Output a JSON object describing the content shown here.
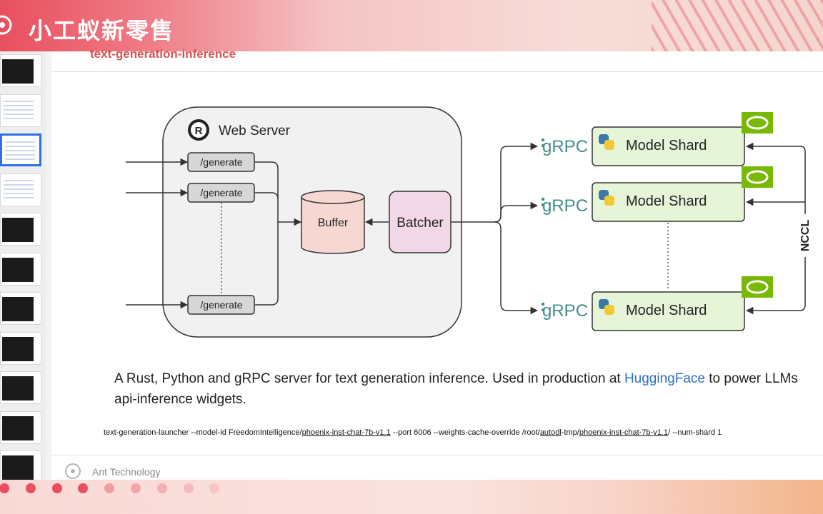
{
  "brand": {
    "title": "小工蚁新零售"
  },
  "thumbnails": {
    "active_index": 2,
    "items": [
      {
        "style": "dark"
      },
      {
        "style": "light"
      },
      {
        "style": "light"
      },
      {
        "style": "light"
      },
      {
        "style": "dark"
      },
      {
        "style": "dark"
      },
      {
        "style": "dark"
      },
      {
        "style": "dark"
      },
      {
        "style": "dark"
      },
      {
        "style": "dark"
      },
      {
        "style": "dark"
      }
    ]
  },
  "slide": {
    "title": "text-generation-inference",
    "diagram": {
      "web_server_label": "Web Server",
      "endpoints": [
        "/generate",
        "/generate",
        "/generate"
      ],
      "buffer_label": "Buffer",
      "batcher_label": "Batcher",
      "grpc_labels": [
        "gRPC",
        "gRPC",
        "gRPC"
      ],
      "shard_labels": [
        "Model Shard",
        "Model Shard",
        "Model Shard"
      ],
      "nccl_label": "NCCL"
    },
    "description": {
      "before_link": "A Rust, Python and gRPC server for text generation inference. Used in production at ",
      "link_text": "HuggingFace",
      "after_link": " to power LLMs api-inference widgets."
    },
    "command": {
      "part1": "text-generation-launcher --model-id FreedomIntelligence/",
      "part2": "phoenix-inst-chat-7b-v1.1",
      "part3": " --port 6006 --weights-cache-override /root/",
      "part4": "autodl",
      "part5": "-tmp/",
      "part6": "phoenix-inst-chat-7b-v1.1",
      "part7": "/ --num-shard 1"
    },
    "footer": "Ant Technology"
  },
  "progress": {
    "total_dots": 9,
    "active_dots": 4
  },
  "colors": {
    "accent": "#e94f5e",
    "link": "#2e6fc4",
    "shard_fill": "#e6f5d8",
    "shard_stroke": "#333333",
    "buffer_fill": "#f6d7d2",
    "batcher_fill": "#f2d7e6",
    "nvidia_green": "#76b900",
    "grpc_teal": "#3f8f8a"
  }
}
